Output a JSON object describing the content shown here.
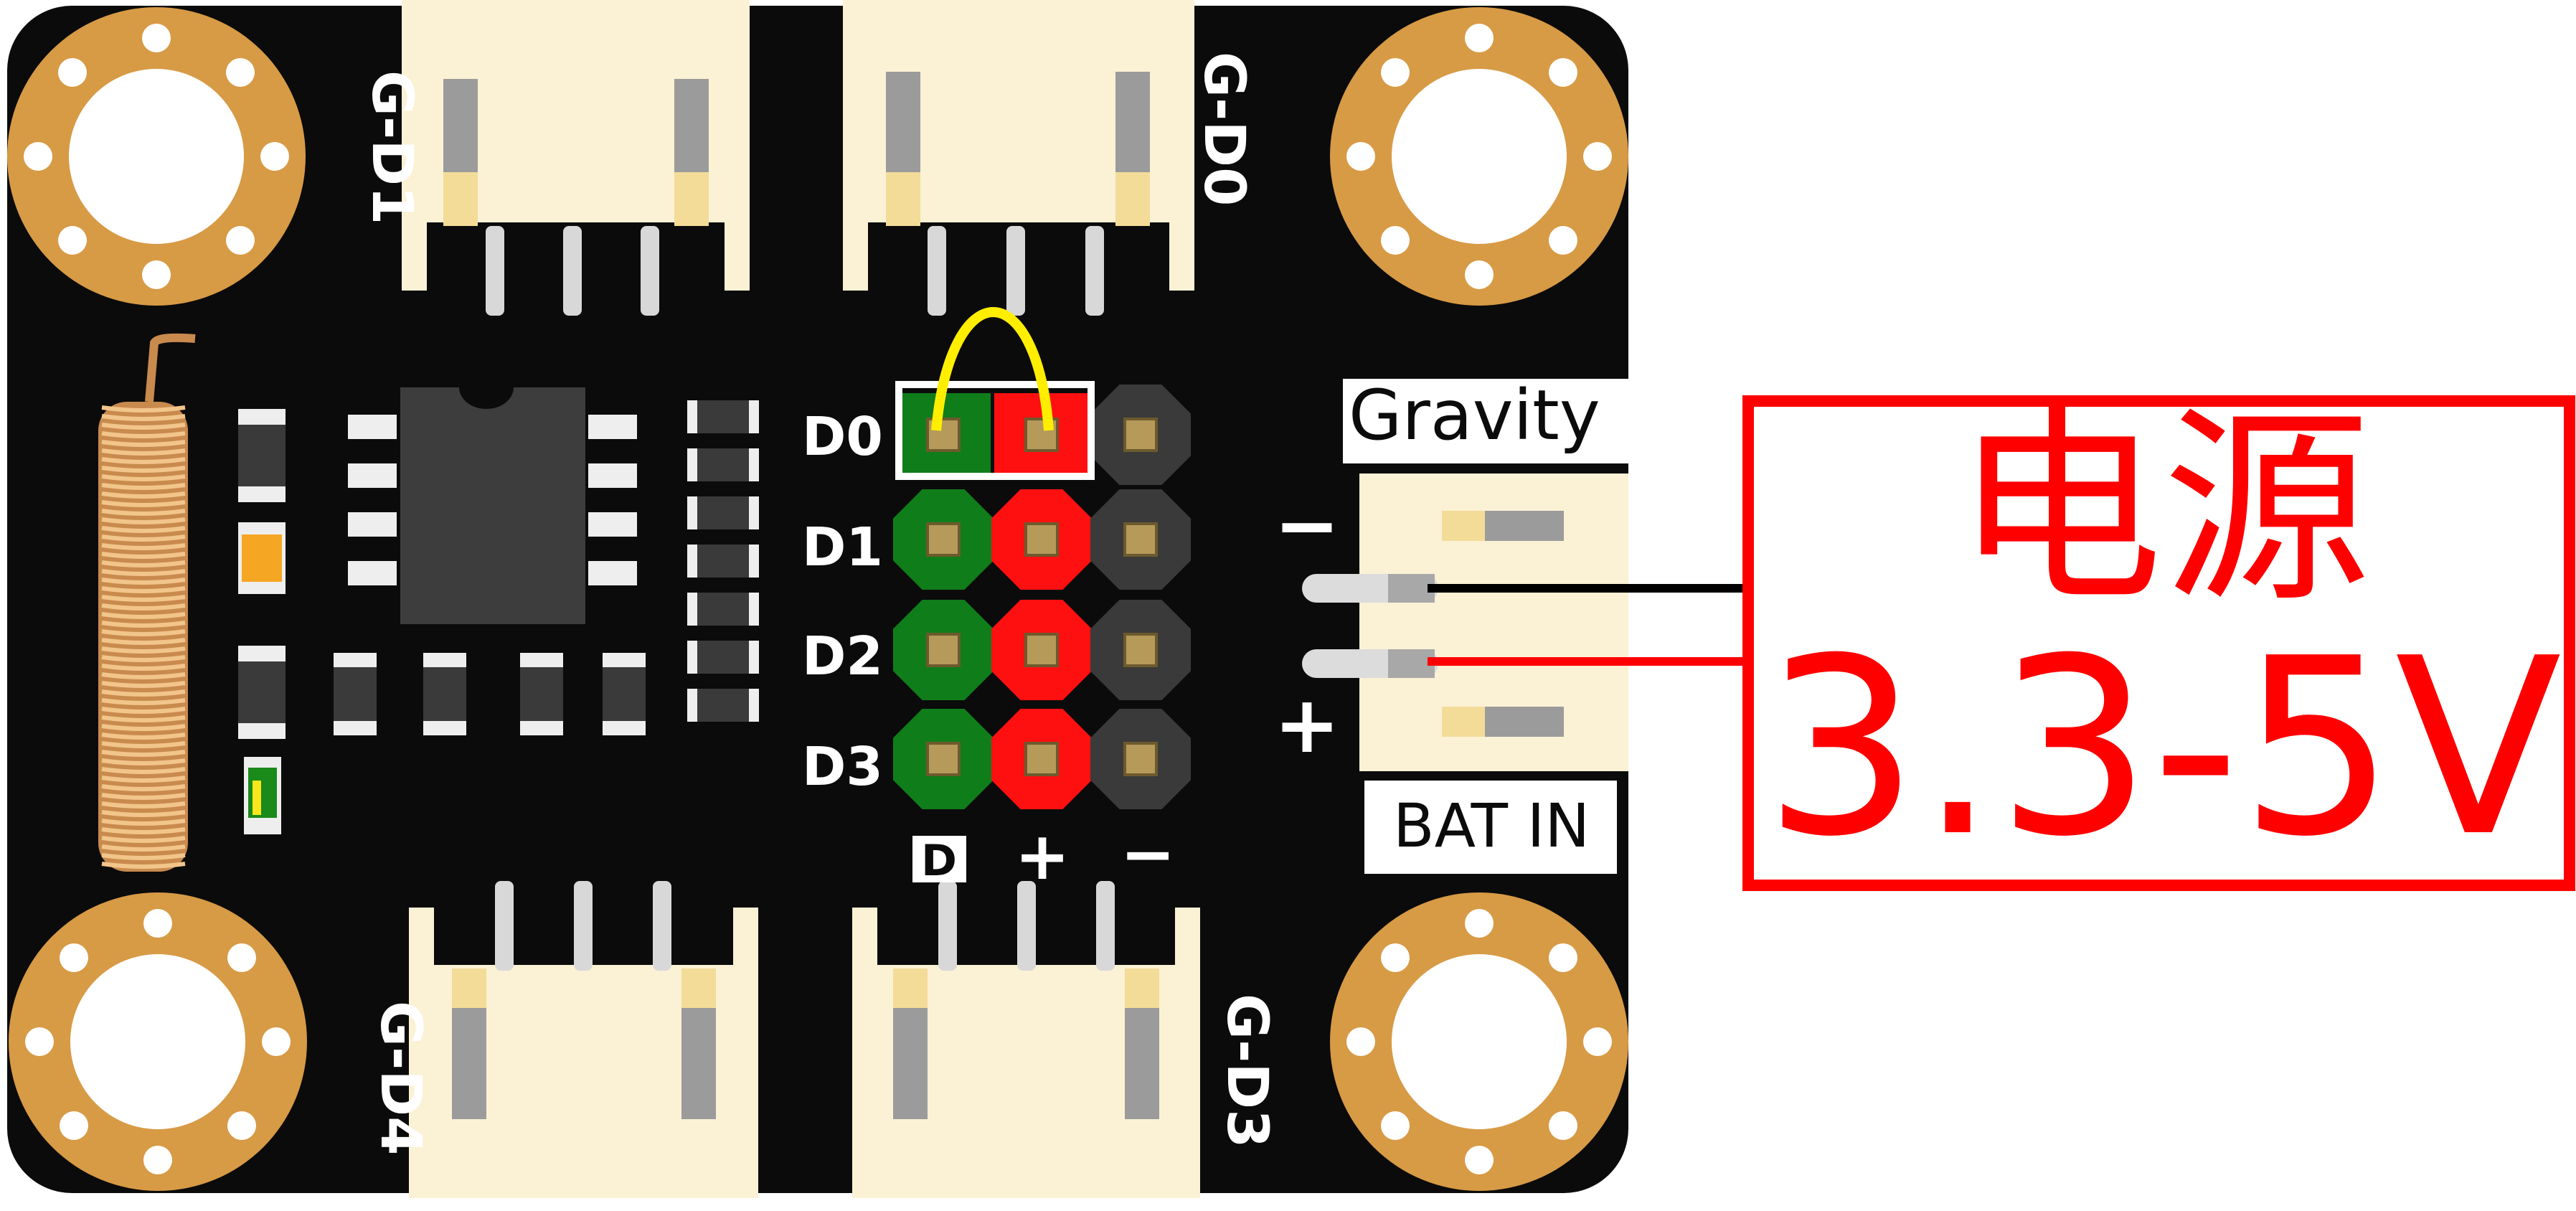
{
  "board": {
    "pcb_color": "#0b0b0b",
    "mount_hole_color": "#d79a45",
    "connector_color": "#fbf1d5"
  },
  "connectors": {
    "top_left": "G-D1",
    "top_right": "G-D0",
    "bottom_left": "G-D4",
    "bottom_right": "G-D3"
  },
  "header": {
    "rows": [
      "D0",
      "D1",
      "D2",
      "D3"
    ],
    "columns": [
      "D",
      "+",
      "−"
    ],
    "colors": {
      "data": "#0f7d1a",
      "power": "#ff1010",
      "ground": "#3a3a3a",
      "jumper": "#ffee00",
      "highlight": "#ffffff"
    }
  },
  "power_connector": {
    "brand_label": "Gravity",
    "minus_label": "−",
    "plus_label": "+",
    "bat_label": "BAT IN"
  },
  "callout": {
    "title": "电源",
    "voltage": "3.3-5V",
    "color": "#ff0000"
  }
}
